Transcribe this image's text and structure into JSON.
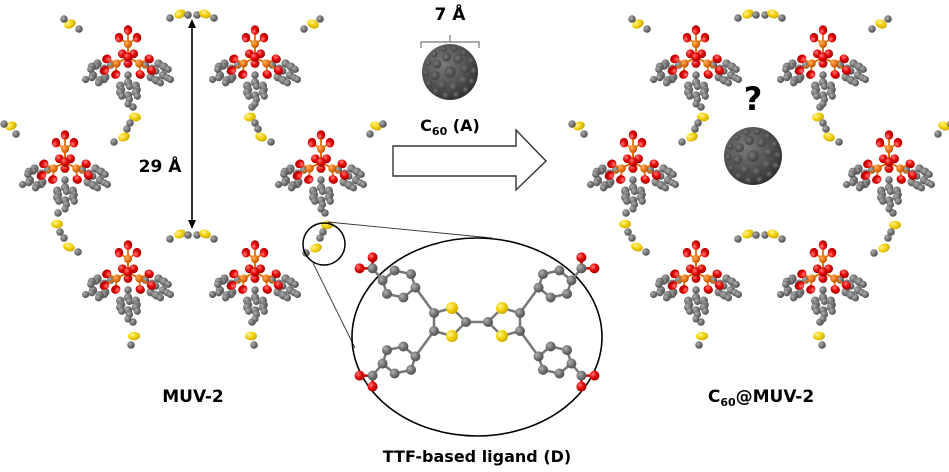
{
  "figure": {
    "left_panel": {
      "title": "MUV-2",
      "pore_size_label": "29 Å"
    },
    "guest": {
      "size_label": "7 Å",
      "name_main": "C",
      "name_sub": "60",
      "name_suffix": " (A)"
    },
    "right_panel": {
      "title_main": "C",
      "title_sub": "60",
      "title_suffix": "@MUV-2",
      "question_mark": "?"
    },
    "ligand_inset": {
      "caption": "TTF-based ligand (D)"
    },
    "atom_colors": {
      "carbon": "#6e6e6e",
      "oxygen": "#e00000",
      "metal": "#e8700a",
      "sulfur": "#f2d000",
      "fullerene": "#4a4a4a"
    },
    "legend_semantics": {
      "red": "oxygen",
      "orange": "metal (Fe)",
      "yellow": "sulfur",
      "grey": "carbon"
    }
  }
}
